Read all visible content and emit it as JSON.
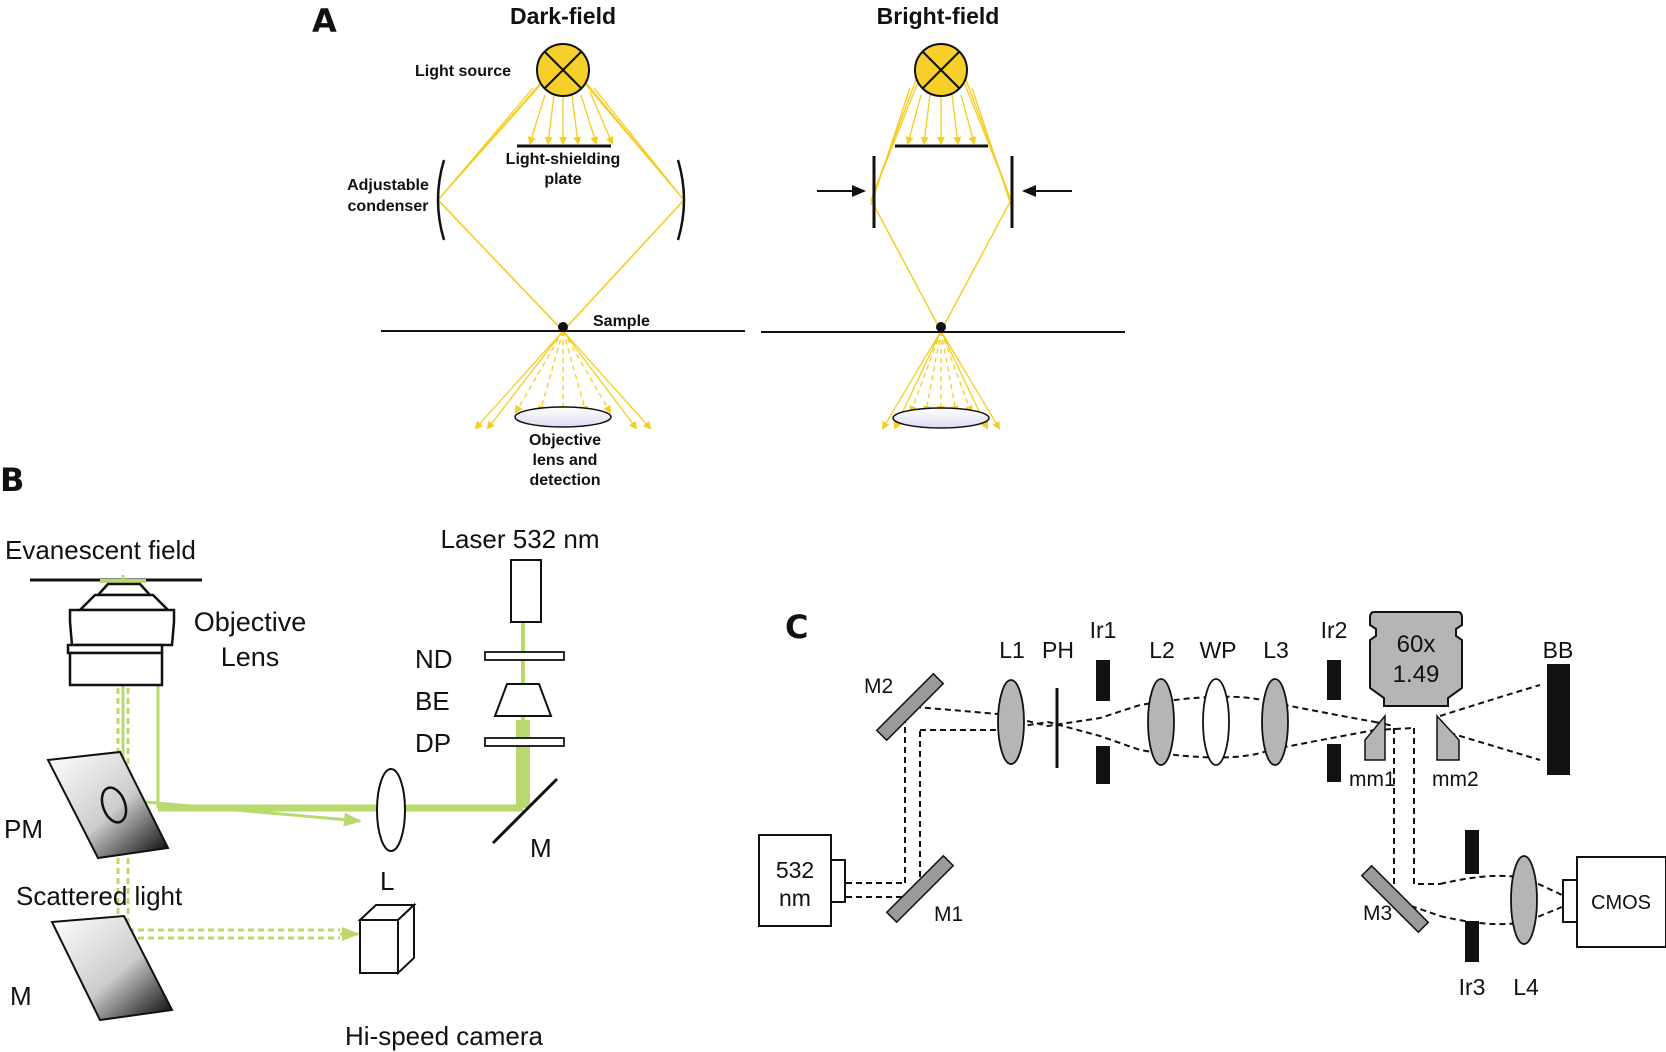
{
  "colors": {
    "ray": "#f5cd21",
    "source_fill": "#f6cf2b",
    "beam": "#b9d96e",
    "ink": "#111111",
    "component_gray": "#b5b5b5",
    "lens_fill": "#ededf8"
  },
  "panel_a": {
    "letter": "A",
    "dark_title": "Dark-field",
    "bright_title": "Bright-field",
    "light_source": "Light source",
    "shield_line1": "Light-shielding",
    "shield_line2": "plate",
    "condenser_line1": "Adjustable",
    "condenser_line2": "condenser",
    "sample": "Sample",
    "objective_line1": "Objective",
    "objective_line2": "lens and",
    "objective_line3": "detection"
  },
  "panel_b": {
    "letter": "B",
    "evanescent": "Evanescent field",
    "objective_line1": "Objective",
    "objective_line2": "Lens",
    "laser": "Laser 532 nm",
    "nd": "ND",
    "be": "BE",
    "dp": "DP",
    "pm": "PM",
    "lens": "L",
    "mirror": "M",
    "scattered": "Scattered light",
    "mirror2": "M",
    "camera": "Hi-speed camera"
  },
  "panel_c": {
    "letter": "C",
    "laser_line1": "532",
    "laser_line2": "nm",
    "m1": "M1",
    "m2": "M2",
    "m3": "M3",
    "l1": "L1",
    "ph": "PH",
    "ir1": "Ir1",
    "l2": "L2",
    "wp": "WP",
    "l3": "L3",
    "ir2": "Ir2",
    "obj_line1": "60x",
    "obj_line2": "1.49",
    "bb": "BB",
    "mm1": "mm1",
    "mm2": "mm2",
    "ir3": "Ir3",
    "l4": "L4",
    "cmos": "CMOS"
  }
}
